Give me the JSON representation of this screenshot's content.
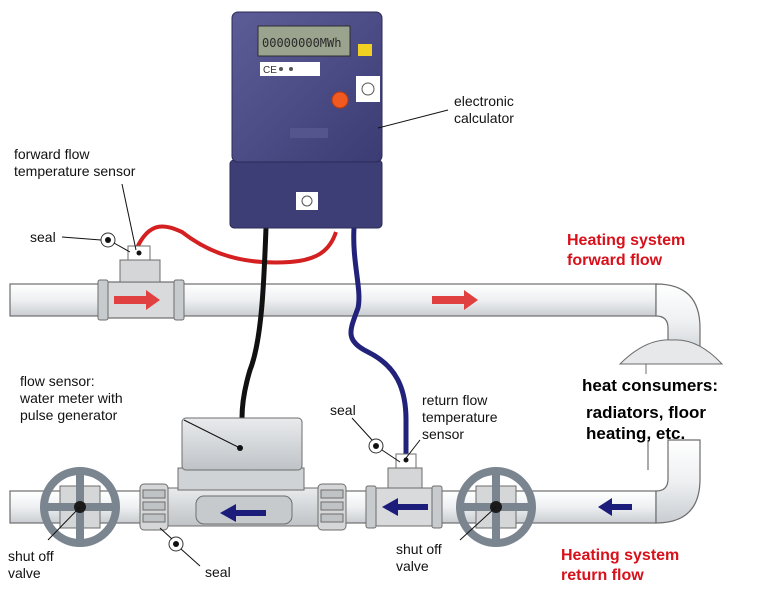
{
  "calculator": {
    "display_text": "00000000MWh",
    "ce_mark": "CE"
  },
  "labels": {
    "electronic_calculator": "electronic\ncalculator",
    "forward_sensor": "forward flow\ntemperature sensor",
    "seal_top": "seal",
    "flow_sensor": "flow sensor:\nwater meter with\npulse generator",
    "seal_middle": "seal",
    "return_sensor": "return flow\ntemperature\nsensor",
    "heat_consumers_title": "heat consumers:",
    "heat_consumers_detail": "radiators, floor\nheating, etc.",
    "heating_forward": "Heating system\nforward flow",
    "heating_return": "Heating system\nreturn flow",
    "shutoff_left": "shut off\nvalve",
    "shutoff_right": "shut off\nvalve",
    "seal_bottom": "seal"
  },
  "colors": {
    "forward_flow": "#e0443a",
    "return_flow": "#1c1c7a",
    "calculator_body": "#4a4a86",
    "pipe": "#eceef0",
    "pipe_outline": "#6d6d6d",
    "valve": "#7a8590"
  }
}
